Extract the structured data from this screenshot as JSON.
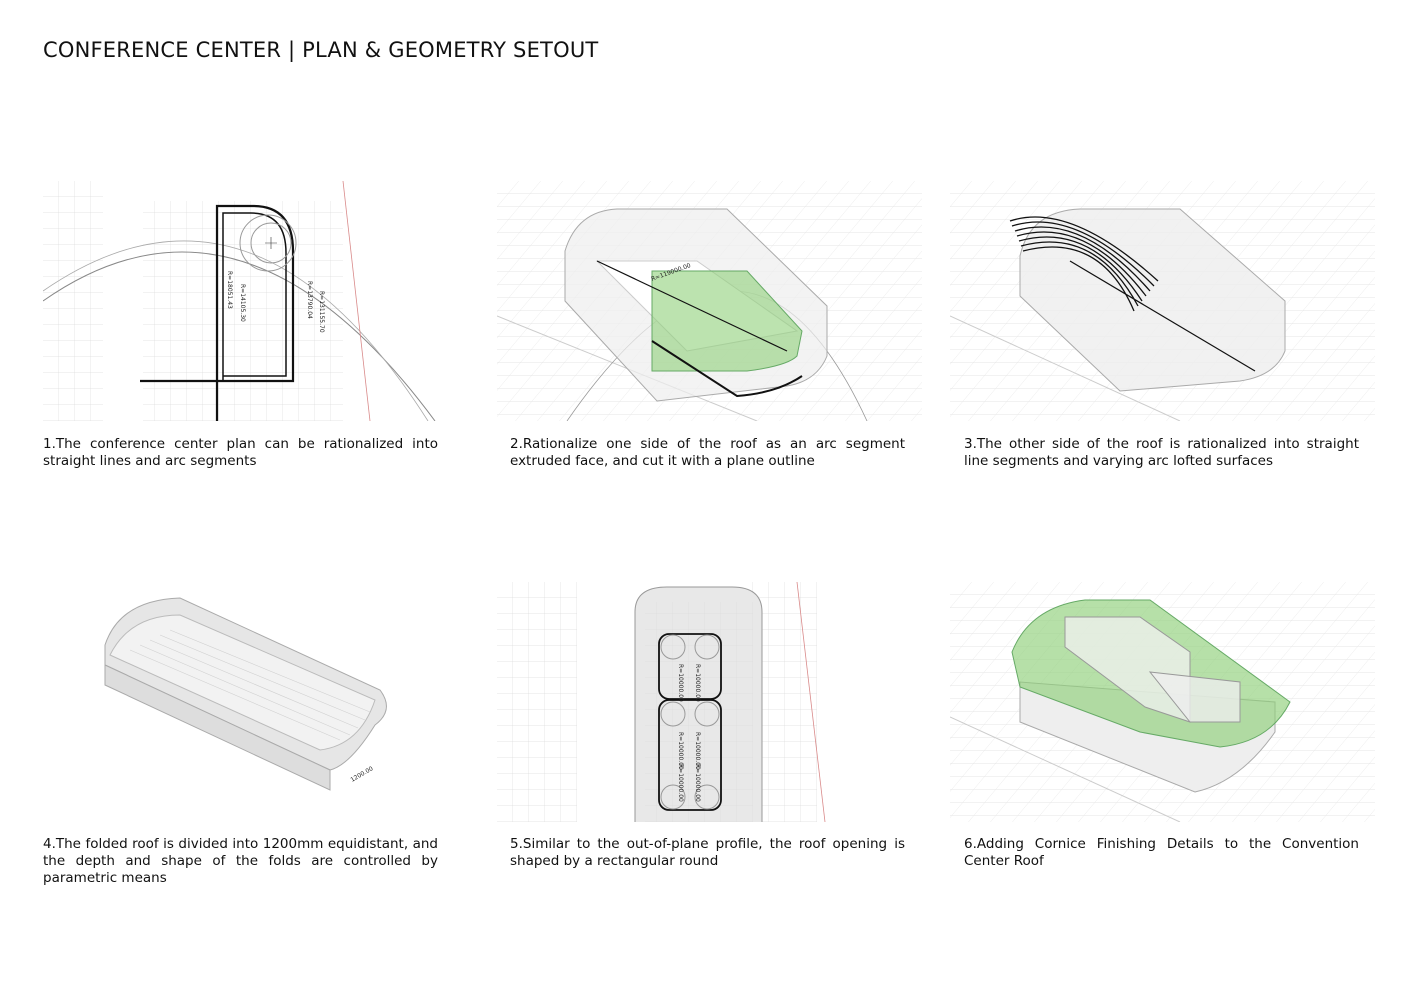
{
  "title": "CONFERENCE CENTER | PLAN & GEOMETRY SETOUT",
  "panels": [
    {
      "caption": "1.The conference center plan can be rationalized into straight lines and arc segments",
      "dims": [
        "R=18051.43",
        "R=14105.30",
        "R=13790.04",
        "R=131155.70"
      ]
    },
    {
      "caption": "2.Rationalize one side of the roof as an arc segment extruded face, and cut it with a plane outline",
      "dims": [
        "R=119000.00"
      ]
    },
    {
      "caption": "3.The other side of the roof is rationalized into straight line segments and varying arc lofted surfaces"
    },
    {
      "caption": "4.The folded roof is divided into 1200mm equidistant, and the depth and shape of the folds are controlled by parametric means",
      "dims": [
        "1200.00"
      ]
    },
    {
      "caption": "5.Similar to the out-of-plane profile, the roof opening is shaped by a rectangular round",
      "dims": [
        "R=10000.00",
        "R=10000.00",
        "R=10000.00",
        "R=10000.00",
        "R=10000.00",
        "R=10000.00"
      ]
    },
    {
      "caption": "6.Adding Cornice Finishing Details to the Convention Center Roof"
    }
  ],
  "colors": {
    "green": "#8fd07a",
    "grid": "#d8d8d8",
    "red": "#d98a8a"
  }
}
